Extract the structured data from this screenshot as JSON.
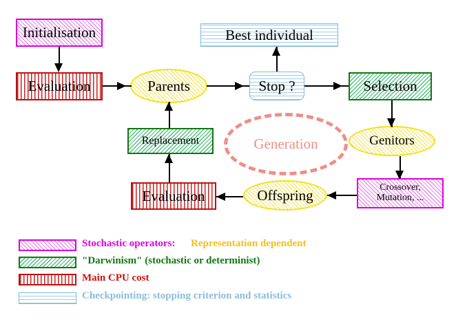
{
  "diagram": {
    "title": "Evolutionary Algorithm Cycle",
    "nodes": {
      "initialisation": {
        "label": "Initialisation"
      },
      "evaluation_top": {
        "label": "Evaluation"
      },
      "parents": {
        "label": "Parents"
      },
      "best_individual": {
        "label": "Best individual"
      },
      "stop": {
        "label": "Stop ?"
      },
      "selection": {
        "label": "Selection"
      },
      "genitors": {
        "label": "Genitors"
      },
      "replacement": {
        "label": "Replacement"
      },
      "generation": {
        "label": "Generation"
      },
      "crossover_mutation": {
        "label": "Crossover,\nMutation, ..."
      },
      "offspring": {
        "label": "Offspring"
      },
      "evaluation_bottom": {
        "label": "Evaluation"
      }
    }
  },
  "legend": {
    "rows": [
      {
        "swatch": "magenta-diagonal-hatch",
        "text": "Stochastic operators:",
        "text2": "Representation dependent",
        "color": "#dd00dd",
        "color2": "#f3c01c"
      },
      {
        "swatch": "green-diagonal-hatch",
        "text": "\"Darwinism\" (stochastic or determinist)",
        "text2": "",
        "color": "#117711",
        "color2": ""
      },
      {
        "swatch": "red-vertical-hatch",
        "text": "Main CPU cost",
        "text2": "",
        "color": "#cc1111",
        "color2": ""
      },
      {
        "swatch": "blue-horizontal-hatch",
        "text": "Checkpointing: stopping criterion and statistics",
        "text2": "",
        "color": "#8bbcdd",
        "color2": ""
      }
    ]
  },
  "colors": {
    "magenta": "#dd00dd",
    "green": "#117711",
    "red": "#bb1111",
    "blue": "#7fb8dd",
    "yellow": "#f2e11a",
    "salmon": "#ef8e86",
    "gold": "#f3c01c",
    "background": "#ffffff",
    "line": "#000000"
  }
}
